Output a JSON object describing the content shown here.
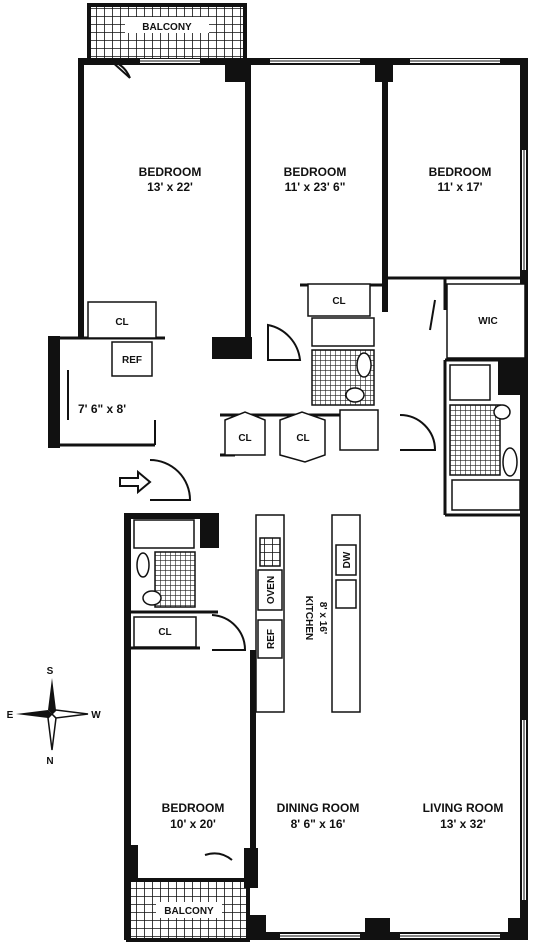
{
  "rooms": {
    "bedroom1": {
      "name": "BEDROOM",
      "dims": "13' x 22'"
    },
    "bedroom2": {
      "name": "BEDROOM",
      "dims": "11' x 23' 6\""
    },
    "bedroom3": {
      "name": "BEDROOM",
      "dims": "11' x 17'"
    },
    "bedroom4": {
      "name": "BEDROOM",
      "dims": "10' x 20'"
    },
    "dining": {
      "name": "DINING ROOM",
      "dims": "8' 6\" x 16'"
    },
    "living": {
      "name": "LIVING ROOM",
      "dims": "13' x 32'"
    },
    "kitchen": {
      "name": "KITCHEN",
      "dims": "8' x 16'"
    },
    "utility": {
      "dims": "7' 6\" x 8'"
    }
  },
  "labels": {
    "balcony_top": "BALCONY",
    "balcony_bottom": "BALCONY",
    "cl": "CL",
    "ref": "REF",
    "wic": "WIC",
    "oven": "OVEN",
    "dw": "DW"
  },
  "compass": {
    "n": "N",
    "s": "S",
    "e": "E",
    "w": "W"
  }
}
